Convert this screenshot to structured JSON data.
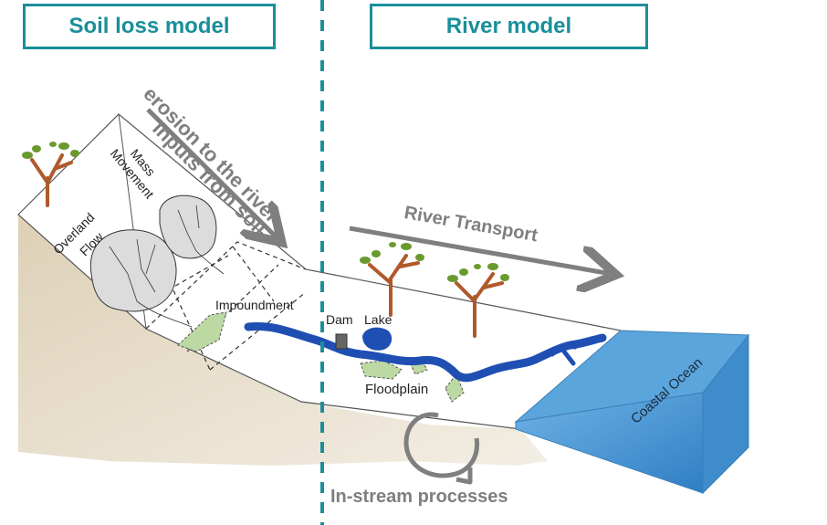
{
  "headers": {
    "left": "Soil loss model",
    "right": "River model"
  },
  "labels": {
    "inputs_line1": "Inputs from soil",
    "inputs_line2": "erosion to the river",
    "mass_line1": "Mass",
    "mass_line2": "Movement",
    "overland_line1": "Overland",
    "overland_line2": "Flow",
    "impoundment": "Impoundment",
    "dam": "Dam",
    "lake": "Lake",
    "floodplain": "Floodplain",
    "river_transport": "River Transport",
    "coastal_ocean": "Coastal Ocean",
    "in_stream": "In-stream processes"
  },
  "colors": {
    "accent": "#1a8f99",
    "river": "#1f4fb3",
    "ocean": "#4a9ad6",
    "terrain": "#e6dcc8",
    "floodplain": "#bcd9a4",
    "arrow": "#7f7f7f",
    "tree_trunk": "#b0592b",
    "tree_leaf": "#6a9a2e"
  }
}
